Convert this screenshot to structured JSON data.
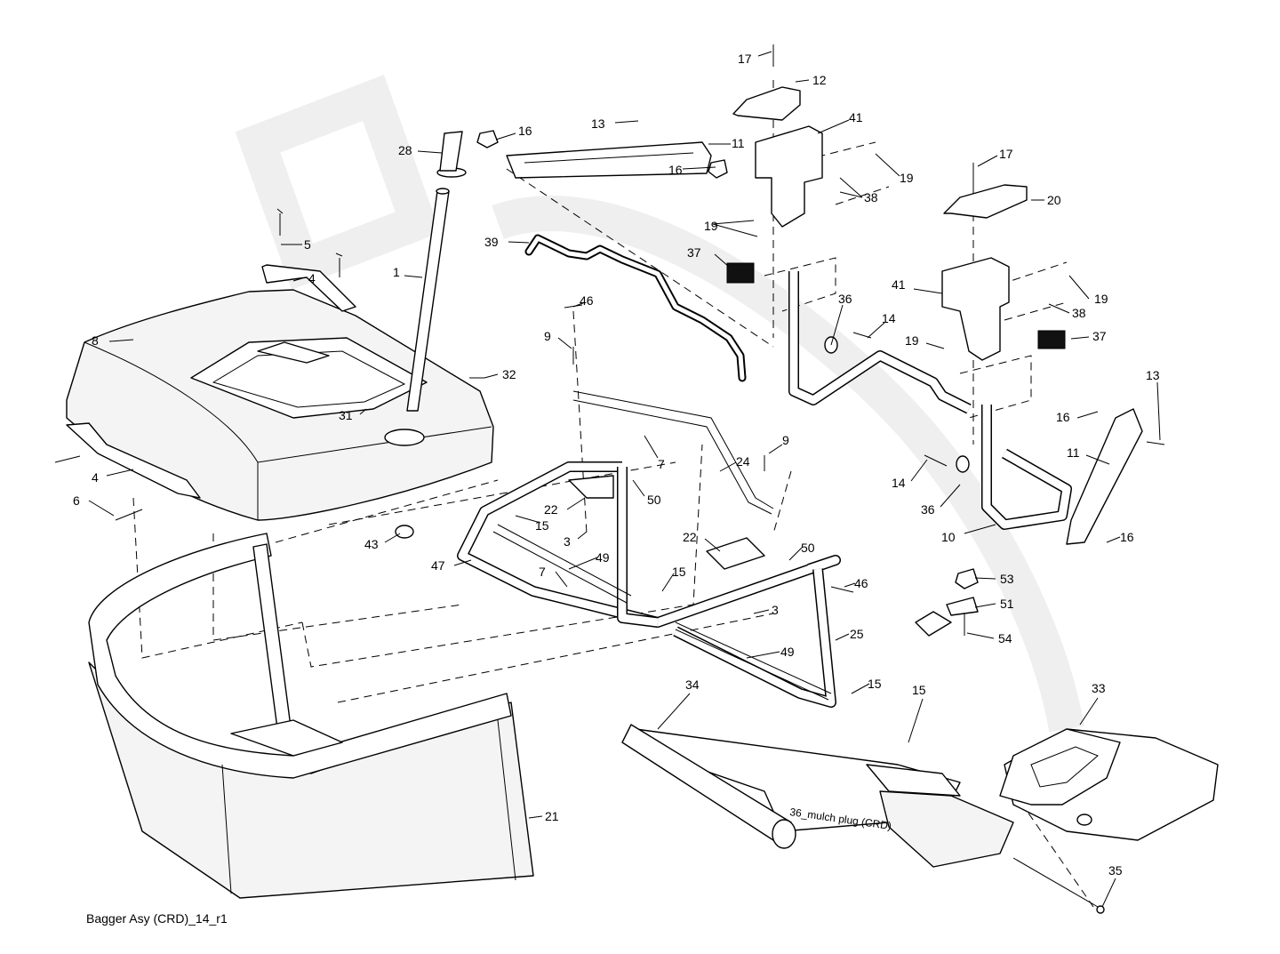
{
  "diagram_title": "Bagger Asy (CRD)_14_r1",
  "inline_note": "36_mulch plug (CRD)",
  "watermark": "Husqvarna",
  "callouts": [
    "17",
    "12",
    "41",
    "16",
    "13",
    "11",
    "16",
    "19",
    "38",
    "28",
    "17",
    "20",
    "19",
    "39",
    "37",
    "5",
    "4",
    "1",
    "41",
    "19",
    "38",
    "36",
    "14",
    "46",
    "8",
    "9",
    "19",
    "37",
    "32",
    "13",
    "31",
    "16",
    "9",
    "7",
    "24",
    "11",
    "4",
    "50",
    "22",
    "15",
    "14",
    "36",
    "6",
    "10",
    "16",
    "3",
    "43",
    "22",
    "50",
    "47",
    "49",
    "7",
    "15",
    "53",
    "46",
    "3",
    "51",
    "25",
    "54",
    "49",
    "15",
    "15",
    "33",
    "34",
    "21",
    "35"
  ]
}
